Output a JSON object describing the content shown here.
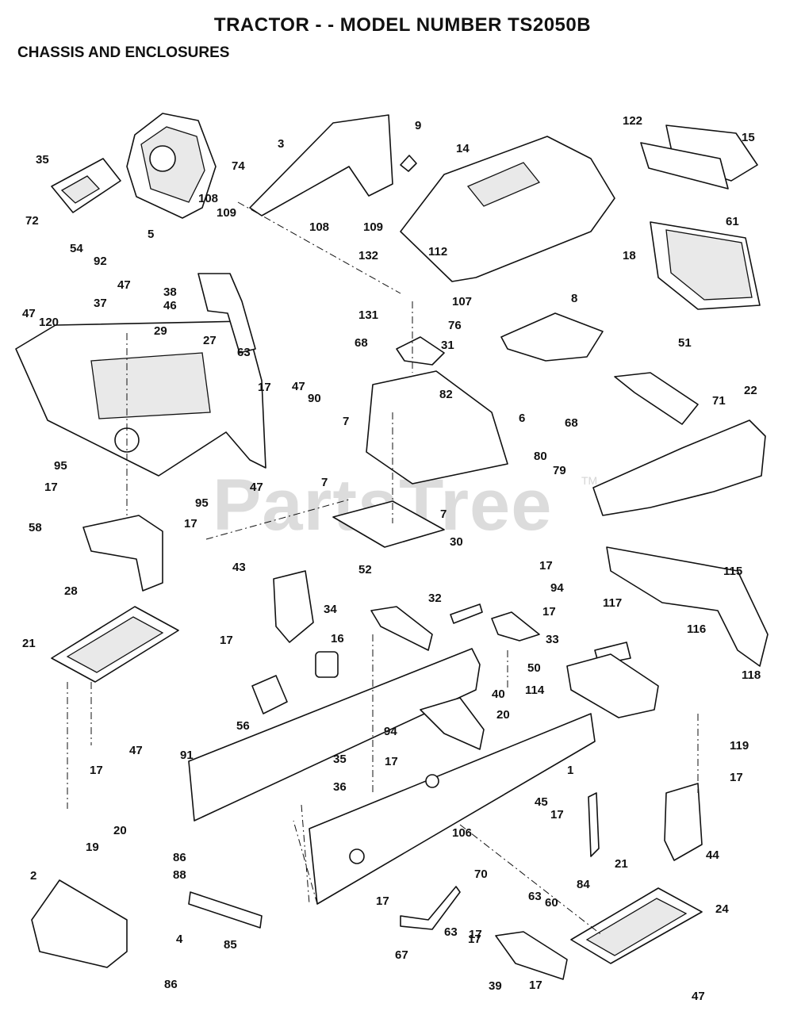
{
  "header": {
    "title": "TRACTOR - - MODEL NUMBER TS2050B",
    "subtitle": "CHASSIS AND ENCLOSURES"
  },
  "watermark": {
    "text": "PartsTree",
    "trademark": "TM"
  },
  "callouts": [
    "122",
    "15",
    "9",
    "3",
    "14",
    "35",
    "74",
    "72",
    "5",
    "108",
    "109",
    "54",
    "92",
    "108",
    "109",
    "132",
    "112",
    "61",
    "18",
    "47",
    "37",
    "38",
    "46",
    "29",
    "27",
    "107",
    "131",
    "76",
    "8",
    "47",
    "120",
    "68",
    "31",
    "63",
    "17",
    "47",
    "90",
    "82",
    "6",
    "51",
    "71",
    "22",
    "68",
    "7",
    "80",
    "79",
    "95",
    "7",
    "47",
    "17",
    "95",
    "17",
    "7",
    "58",
    "30",
    "43",
    "52",
    "17",
    "94",
    "34",
    "32",
    "17",
    "33",
    "115",
    "117",
    "116",
    "28",
    "21",
    "16",
    "17",
    "50",
    "118",
    "114",
    "40",
    "20",
    "47",
    "56",
    "94",
    "91",
    "35",
    "17",
    "17",
    "1",
    "119",
    "36",
    "17",
    "45",
    "17",
    "106",
    "21",
    "17",
    "20",
    "44",
    "19",
    "86",
    "70",
    "88",
    "63",
    "60",
    "84",
    "2",
    "17",
    "63",
    "24",
    "4",
    "17",
    "67",
    "85",
    "39",
    "17",
    "47",
    "86"
  ]
}
